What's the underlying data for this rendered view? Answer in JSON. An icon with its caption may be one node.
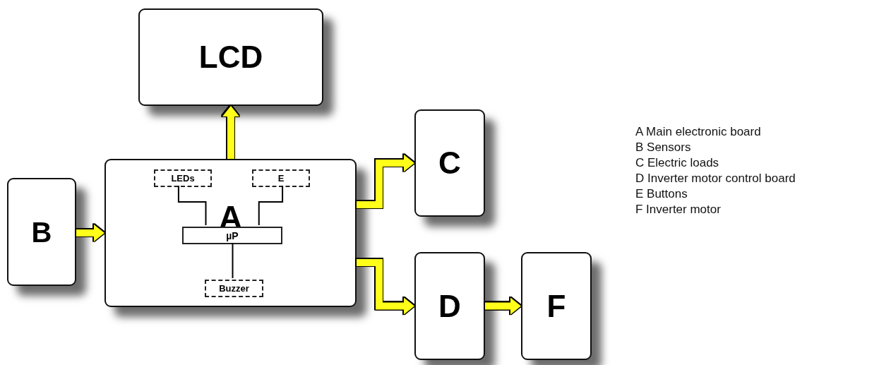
{
  "diagram": {
    "nodes": [
      {
        "text": [
          "LCD"
        ]
      },
      {
        "text": [
          "B"
        ]
      },
      {
        "text": [
          "A"
        ]
      },
      {
        "text": [
          "LEDs"
        ],
        "in": 2
      },
      {
        "text": [
          "E"
        ],
        "in": 2
      },
      {
        "text": [
          "µP"
        ],
        "in": 2
      },
      {
        "text": [
          "Buzzer"
        ],
        "in": 2
      },
      {
        "text": [
          "C"
        ]
      },
      {
        "text": [
          "D"
        ]
      },
      {
        "text": [
          "F"
        ]
      }
    ],
    "edges": [
      {
        "from": 2,
        "to": 0,
        "arrow": "to"
      },
      {
        "from": 1,
        "to": 2,
        "arrow": "to"
      },
      {
        "from": 2,
        "to": 7,
        "arrow": "to"
      },
      {
        "from": 2,
        "to": 8,
        "arrow": "to"
      },
      {
        "from": 8,
        "to": 9,
        "arrow": "to"
      },
      {
        "from": 3,
        "to": 5,
        "arrow": "none",
        "color": "#000000"
      },
      {
        "from": 4,
        "to": 5,
        "arrow": "none",
        "color": "#000000"
      },
      {
        "from": 5,
        "to": 6,
        "arrow": "none",
        "color": "#000000"
      }
    ],
    "labels": [
      "A Main electronic board",
      "B Sensors",
      "C Electric loads",
      "D Inverter motor control board",
      "E Buttons",
      "F Inverter motor"
    ]
  }
}
